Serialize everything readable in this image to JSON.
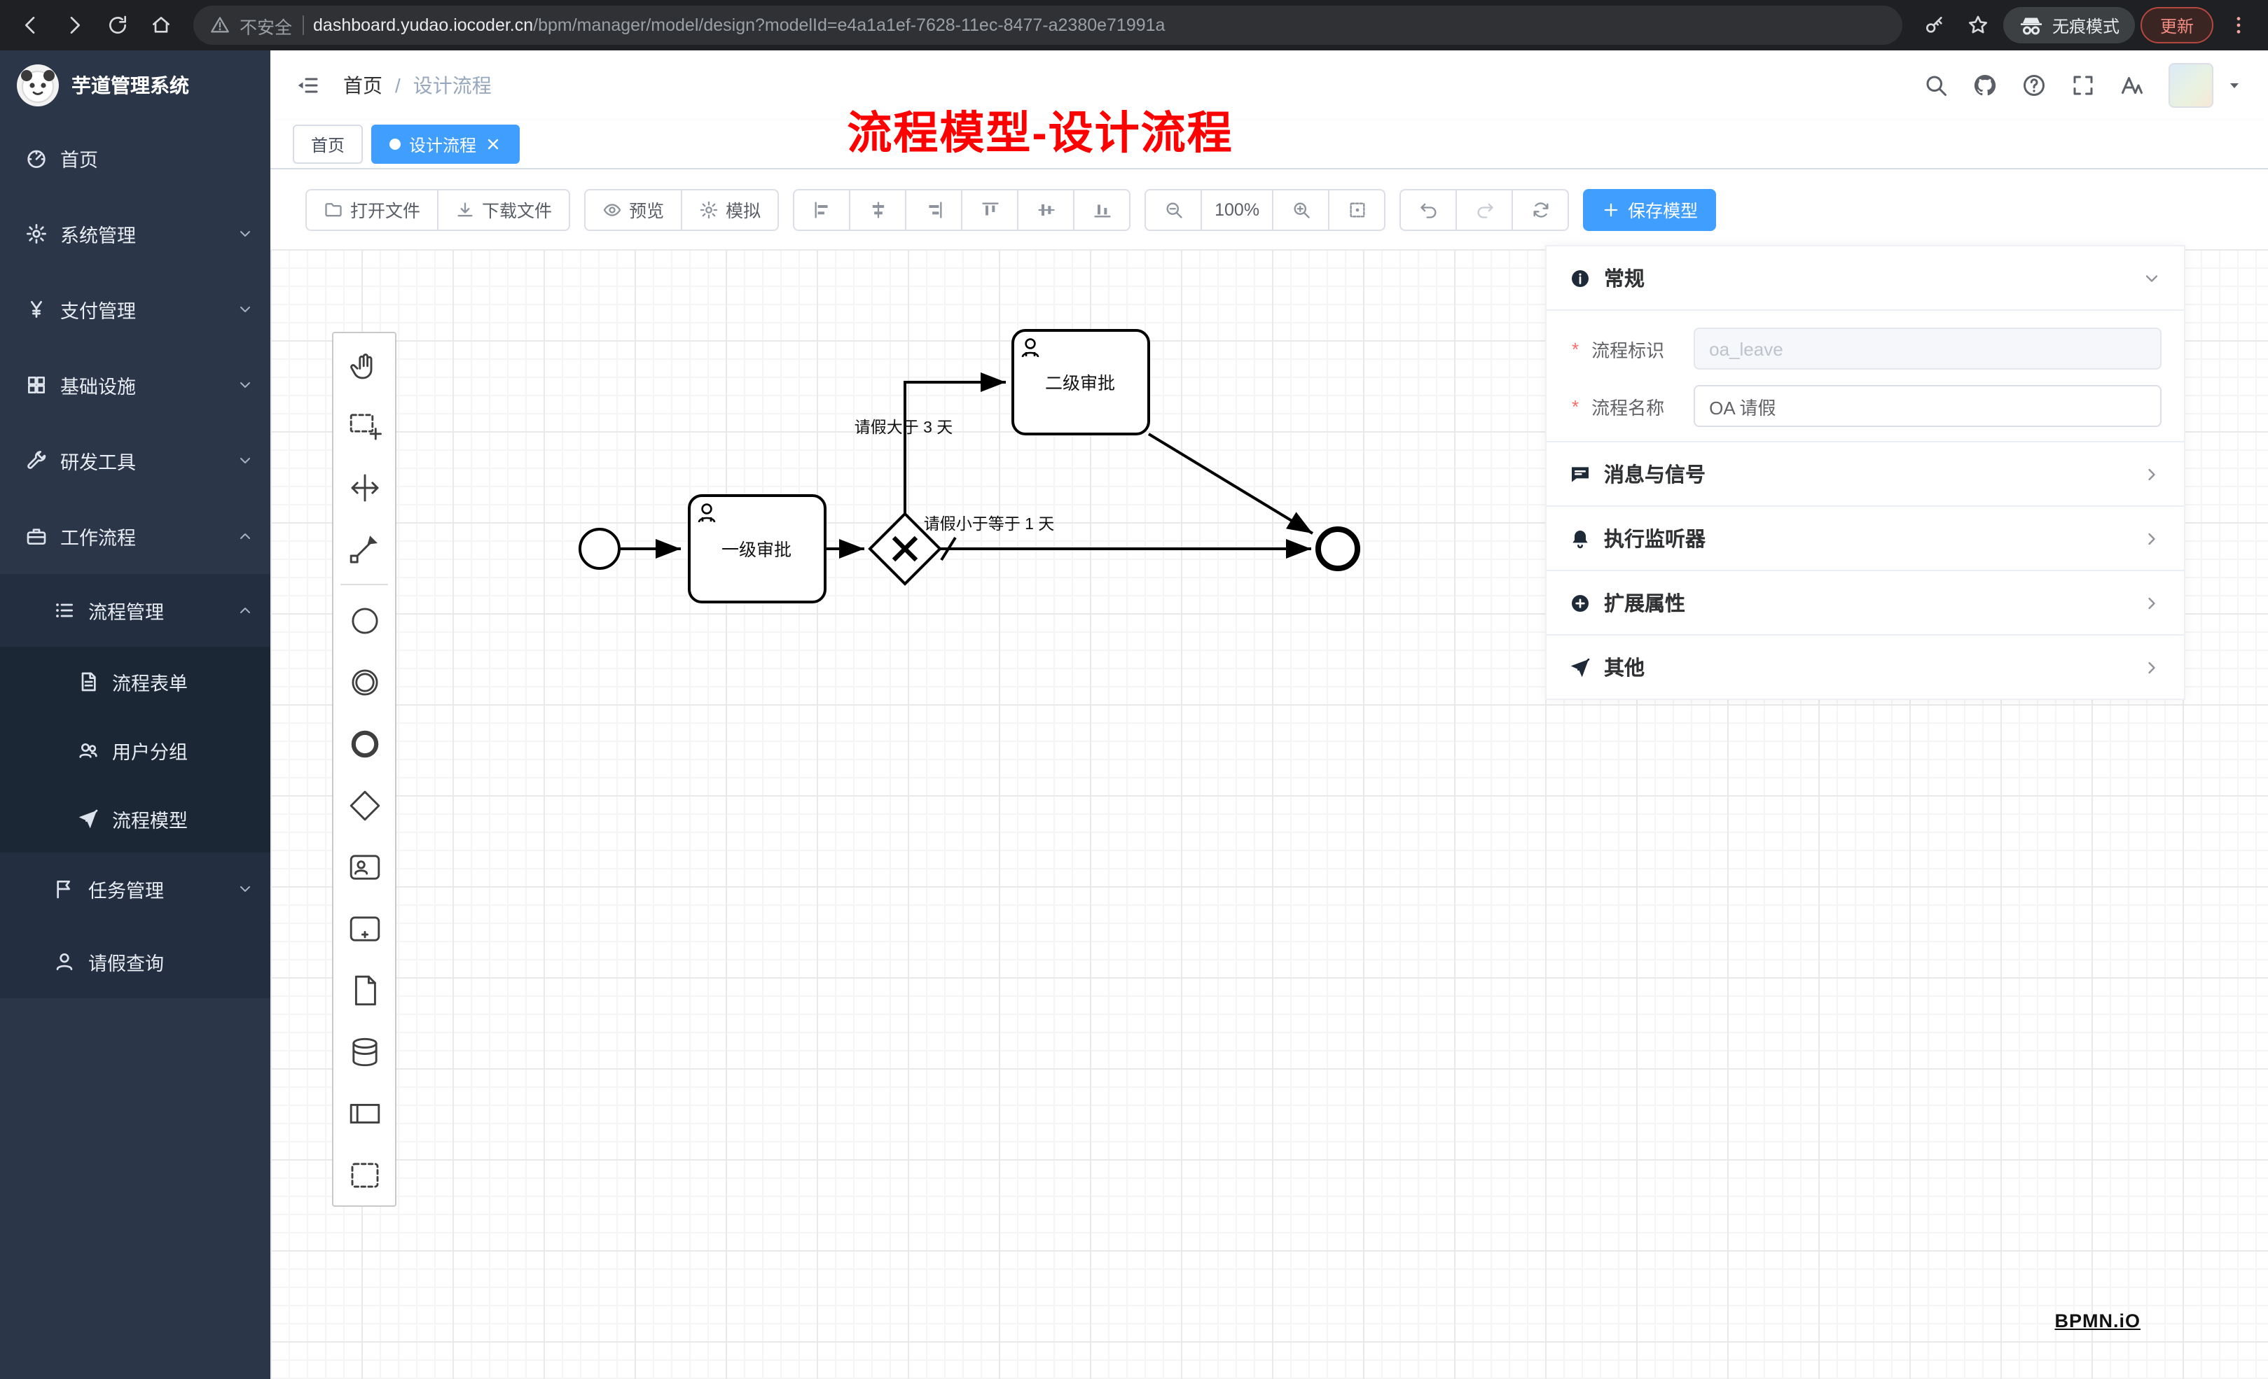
{
  "browser": {
    "security_label": "不安全",
    "url_domain": "dashboard.yudao.iocoder.cn",
    "url_path": "/bpm/manager/model/design?modelId=e4a1a1ef-7628-11ec-8477-a2380e71991a",
    "incognito_label": "无痕模式",
    "update_label": "更新"
  },
  "sidebar": {
    "logo_title": "芋道管理系统",
    "items": [
      {
        "label": "首页"
      },
      {
        "label": "系统管理"
      },
      {
        "label": "支付管理"
      },
      {
        "label": "基础设施"
      },
      {
        "label": "研发工具"
      },
      {
        "label": "工作流程"
      },
      {
        "label": "流程管理"
      },
      {
        "label": "流程表单"
      },
      {
        "label": "用户分组"
      },
      {
        "label": "流程模型"
      },
      {
        "label": "任务管理"
      },
      {
        "label": "请假查询"
      }
    ]
  },
  "header": {
    "breadcrumb_home": "首页",
    "breadcrumb_sep": "/",
    "breadcrumb_current": "设计流程"
  },
  "tabs": {
    "home": "首页",
    "current": "设计流程"
  },
  "annotation": "流程模型-设计流程",
  "toolbar": {
    "open_file": "打开文件",
    "download_file": "下载文件",
    "preview": "预览",
    "simulate": "模拟",
    "zoom_level": "100%",
    "save_model": "保存模型"
  },
  "palette": {
    "tools": [
      "hand-tool",
      "lasso-tool",
      "space-tool",
      "global-connect-tool",
      "start-event",
      "intermediate-event",
      "end-event",
      "exclusive-gateway",
      "user-task",
      "subprocess",
      "data-object",
      "data-store",
      "participant",
      "group"
    ]
  },
  "diagram": {
    "nodes": [
      {
        "id": "start",
        "type": "start-event"
      },
      {
        "id": "task1",
        "type": "user-task",
        "label": "一级审批"
      },
      {
        "id": "gateway",
        "type": "exclusive-gateway"
      },
      {
        "id": "task2",
        "type": "user-task",
        "label": "二级审批"
      },
      {
        "id": "end",
        "type": "end-event"
      }
    ],
    "flows": [
      {
        "from": "gateway",
        "to": "task2",
        "label": "请假大于 3 天"
      },
      {
        "from": "gateway",
        "to": "end",
        "label": "请假小于等于 1 天",
        "default": true
      },
      {
        "from": "start",
        "to": "task1"
      },
      {
        "from": "task1",
        "to": "gateway"
      },
      {
        "from": "task2",
        "to": "end"
      }
    ]
  },
  "panel": {
    "general_title": "常规",
    "required_marker": "*",
    "process_key_label": "流程标识",
    "process_key_value": "oa_leave",
    "process_name_label": "流程名称",
    "process_name_value": "OA 请假",
    "sections": {
      "message": "消息与信号",
      "listener": "执行监听器",
      "extension": "扩展属性",
      "other": "其他"
    }
  },
  "watermark": "BPMN.iO",
  "colors": {
    "accent": "#409eff",
    "annotation_red": "#fe0000",
    "update_red": "#f28b82",
    "sidebar_bg": "#2b3648"
  }
}
